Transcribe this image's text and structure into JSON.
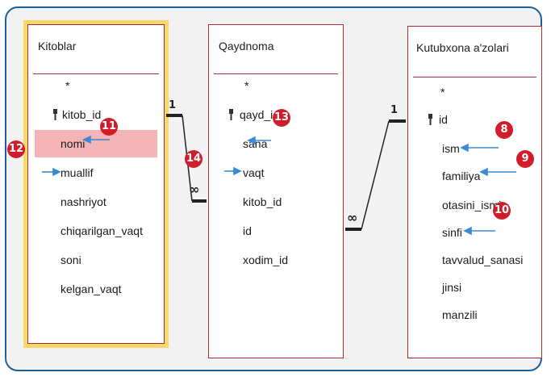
{
  "tables": {
    "kitoblar": {
      "title": "Kitoblar",
      "fields": [
        "*",
        "kitob_id",
        "nomi",
        "muallif",
        "nashriyot",
        "chiqarilgan_vaqt",
        "soni",
        "kelgan_vaqt"
      ]
    },
    "qaydnoma": {
      "title": "Qaydnoma",
      "fields": [
        "*",
        "qayd_id",
        "sana",
        "vaqt",
        "kitob_id",
        "id",
        "xodim_id"
      ]
    },
    "azolari": {
      "title": "Kutubxona a'zolari",
      "fields": [
        "*",
        "id",
        "ism",
        "familiya",
        "otasini_ismi",
        "sinfi",
        "tavvalud_sanasi",
        "jinsi",
        "manzili"
      ]
    }
  },
  "relationships": [
    {
      "one": "1",
      "many": "∞"
    },
    {
      "one": "1",
      "many": "∞"
    }
  ],
  "badges": {
    "b8": "8",
    "b9": "9",
    "b10": "10",
    "b11": "11",
    "b12": "12",
    "b13": "13",
    "b14": "14"
  },
  "colors": {
    "frame": "#1c5f99",
    "table_border": "#b02a34",
    "highlight_outline": "#f8d86b",
    "selected_row": "#f4b3b5",
    "badge": "#d11c2a",
    "arrow": "#3a8ad6"
  }
}
